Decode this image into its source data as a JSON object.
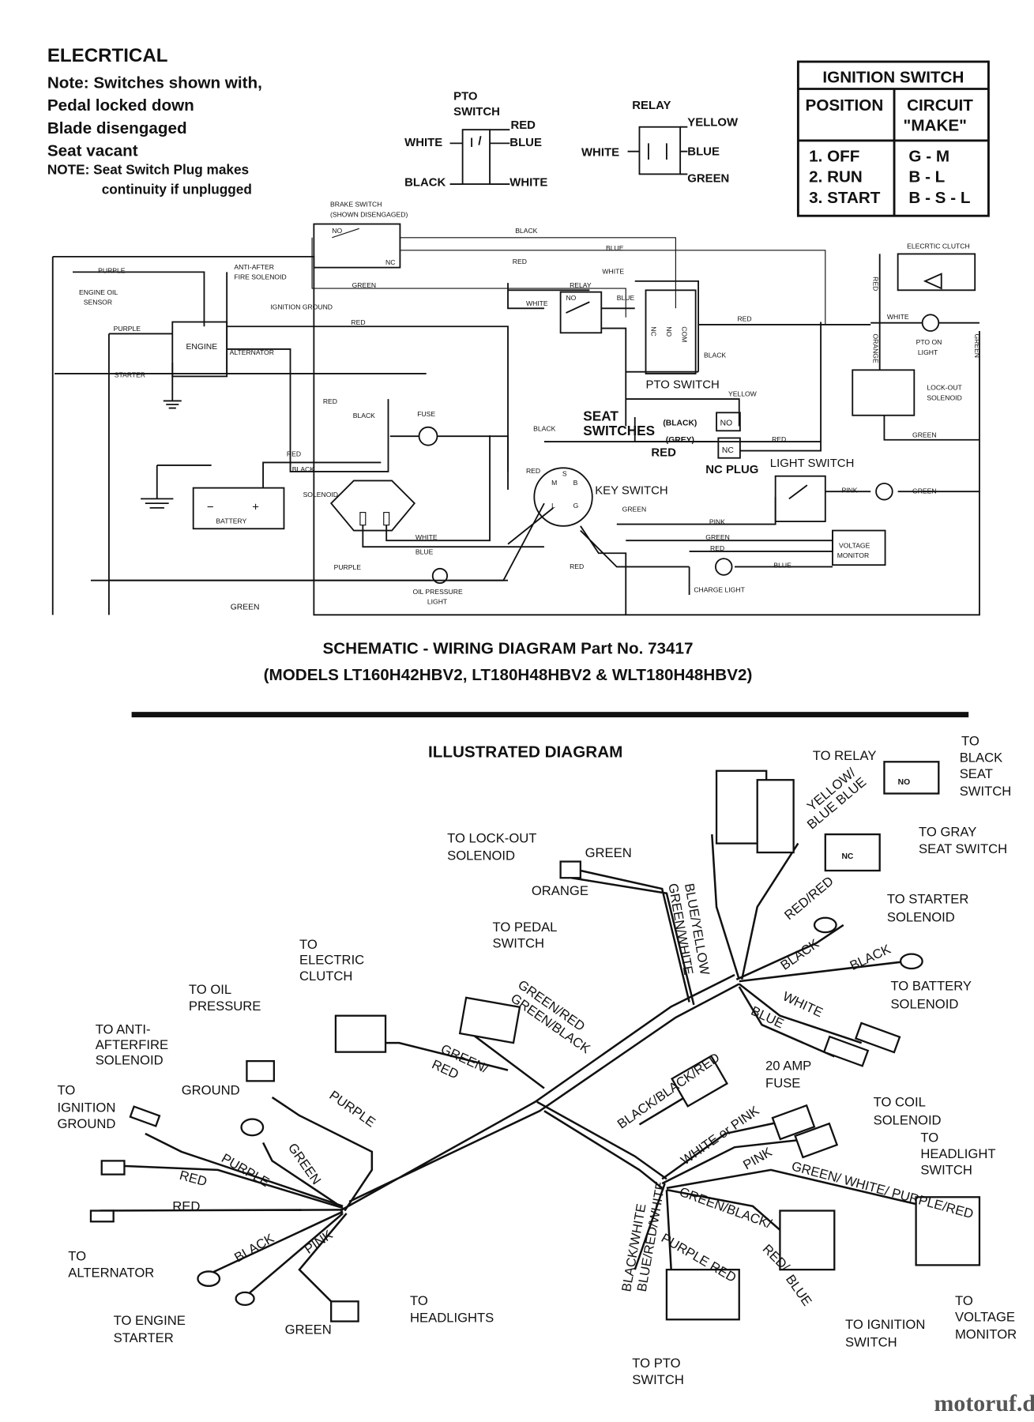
{
  "header": {
    "title": "ELECRTICAL",
    "notes": [
      "Note: Switches shown with,",
      "Pedal locked down",
      "Blade disengaged",
      "Seat vacant"
    ],
    "seat_note": [
      "NOTE: Seat Switch Plug makes",
      "continuity if unplugged"
    ]
  },
  "pto_legend": {
    "title": [
      "PTO",
      "SWITCH"
    ],
    "labels": [
      "RED",
      "WHITE",
      "BLUE",
      "BLACK",
      "WHITE"
    ]
  },
  "relay_legend": {
    "title": "RELAY",
    "labels": [
      "YELLOW",
      "WHITE",
      "BLUE",
      "GREEN"
    ]
  },
  "ignition_table": {
    "title": "IGNITION SWITCH",
    "headers": [
      "POSITION",
      "CIRCUIT",
      "\"MAKE\""
    ],
    "rows": [
      {
        "position": "1. OFF",
        "circuit": "G - M"
      },
      {
        "position": "2. RUN",
        "circuit": "B - L"
      },
      {
        "position": "3. START",
        "circuit": "B - S - L"
      }
    ]
  },
  "schematic": {
    "labels": {
      "brake_switch": "BRAKE SWITCH",
      "brake_shown": "(SHOWN DISENGAGED)",
      "no": "NO",
      "nc": "NC",
      "black": "BLACK",
      "blue": "BLUE",
      "red": "RED",
      "white": "WHITE",
      "green": "GREEN",
      "purple": "PURPLE",
      "yellow": "YELLOW",
      "pink": "PINK",
      "orange": "ORANGE",
      "com": "COM",
      "anti_after": [
        "ANTI-AFTER",
        "FIRE SOLENOID"
      ],
      "oil_sensor": [
        "ENGINE OIL",
        "SENSOR"
      ],
      "ignition_ground": "IGNITION GROUND",
      "engine": "ENGINE",
      "alternator": "ALTERNATOR",
      "starter": "STARTER",
      "fuse": "FUSE",
      "solenoid": "SOLENOID",
      "battery": "BATTERY",
      "oil_light": [
        "OIL PRESSURE",
        "LIGHT"
      ],
      "key_switch": "KEY SWITCH",
      "charge_light": "CHARGE LIGHT",
      "voltage_monitor": [
        "VOLTAGE",
        "MONITOR"
      ],
      "light_switch": "LIGHT SWITCH",
      "nc_plug": "NC PLUG",
      "seat_switches": [
        "SEAT",
        "SWITCHES"
      ],
      "seat_black": "(BLACK)",
      "seat_grey": "(GREY)",
      "pto_switch": "PTO SWITCH",
      "relay": "RELAY",
      "clutch": "ELECRTIC CLUTCH",
      "pto_light": [
        "PTO ON",
        "LIGHT"
      ],
      "lockout": [
        "LOCK-OUT",
        "SOLENOID"
      ],
      "key_terms": [
        "S",
        "M",
        "B",
        "L",
        "G"
      ]
    },
    "title": "SCHEMATIC - WIRING DIAGRAM Part No. 73417",
    "models": "(MODELS LT160H42HBV2, LT180H48HBV2 & WLT180H48HBV2)"
  },
  "illustrated": {
    "title": "ILLUSTRATED DIAGRAM",
    "callouts": {
      "to_relay": "TO RELAY",
      "to_black_seat": [
        "TO",
        "BLACK",
        "SEAT",
        "SWITCH"
      ],
      "to_gray_seat": [
        "TO GRAY",
        "SEAT SWITCH"
      ],
      "to_lockout": [
        "TO LOCK-OUT",
        "SOLENOID"
      ],
      "green": "GREEN",
      "orange": "ORANGE",
      "to_starter": [
        "TO STARTER",
        "SOLENOID"
      ],
      "to_battery": [
        "TO BATTERY",
        "SOLENOID"
      ],
      "to_pedal": [
        "TO PEDAL",
        "SWITCH"
      ],
      "to_clutch": [
        "TO",
        "ELECTRIC",
        "CLUTCH"
      ],
      "to_oil": [
        "TO OIL",
        "PRESSURE"
      ],
      "to_anti": [
        "TO ANTI-",
        "AFTERFIRE",
        "SOLENOID"
      ],
      "ground": "GROUND",
      "to_ign_ground": [
        "TO",
        "IGNITION",
        "GROUND"
      ],
      "to_alternator": [
        "TO",
        "ALTERNATOR"
      ],
      "to_engine_starter": [
        "TO ENGINE",
        "STARTER"
      ],
      "green_bottom": "GREEN",
      "to_headlights": [
        "TO",
        "HEADLIGHTS"
      ],
      "fuse": [
        "20 AMP",
        "FUSE"
      ],
      "to_coil": [
        "TO COIL",
        "SOLENOID"
      ],
      "to_headlight_switch": [
        "TO",
        "HEADLIGHT",
        "SWITCH"
      ],
      "to_ignition_switch": [
        "TO IGNITION",
        "SWITCH"
      ],
      "to_voltage": [
        "TO",
        "VOLTAGE",
        "MONITOR"
      ],
      "to_pto": [
        "TO PTO",
        "SWITCH"
      ],
      "no": "NO",
      "nc": "NC"
    },
    "wire_labels": {
      "yellow_blue": [
        "YELLOW/",
        "BLUE BLUE"
      ],
      "blue_yellow": [
        "BLUE/YELLOW",
        "GREEN/WHITE"
      ],
      "red_red": "RED/RED",
      "black1": "BLACK",
      "black2": "BLACK",
      "white": "WHITE",
      "blue": "BLUE",
      "green_red": [
        "GREEN/RED",
        "GREEN/BLACK"
      ],
      "green_red2": [
        "GREEN/",
        "RED"
      ],
      "purple": "PURPLE",
      "green1": "GREEN",
      "red1": "RED",
      "red2": "RED",
      "purple2": "PURPLE",
      "black3": "BLACK",
      "pink": "PINK",
      "black_black_red": "BLACK/BLACK/RED",
      "white_or_pink": "WHITE or PINK",
      "pink2": "PINK",
      "green_white_purple": "GREEN/ WHITE/ PURPLE/RED",
      "gbb": [
        "GREEN/BLACK/",
        "RED/",
        "BLUE"
      ],
      "purple_red": "PURPLE RED",
      "bw": [
        "BLACK/WHITE",
        "BLUE/RED/WHITE"
      ]
    }
  },
  "watermark": "motoruf.de"
}
